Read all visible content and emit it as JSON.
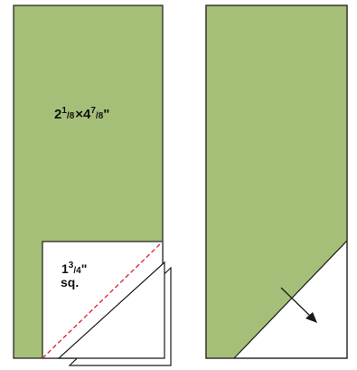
{
  "colors": {
    "fabric_green": "#a6bf78",
    "outline": "#1a1a1a",
    "seam_line": "#d2232a",
    "square_white": "#ffffff"
  },
  "left_panel": {
    "rect_label": {
      "whole1": "2",
      "num1": "1",
      "den1": "8",
      "times": "×",
      "whole2": "4",
      "num2": "7",
      "den2": "8",
      "inch": "\""
    },
    "square_label": {
      "whole": "1",
      "num": "3",
      "den": "4",
      "inch": "\"",
      "line2": "sq."
    }
  },
  "right_panel": {
    "arrow_icon": "press-open-arrow-icon"
  }
}
